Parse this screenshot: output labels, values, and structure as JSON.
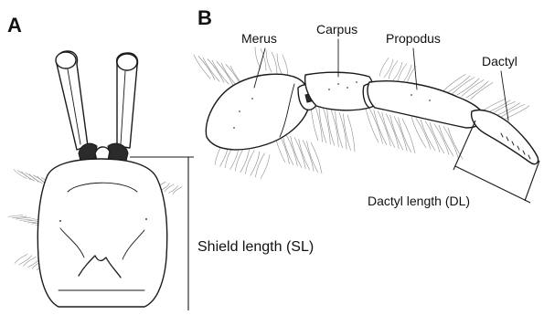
{
  "panels": {
    "a": {
      "letter": "A",
      "measure_label": "Shield length (SL)"
    },
    "b": {
      "letter": "B",
      "segments": {
        "merus": "Merus",
        "carpus": "Carpus",
        "propodus": "Propodus",
        "dactyl": "Dactyl"
      },
      "measure_label": "Dactyl length (DL)"
    }
  },
  "colors": {
    "ink": "#1a1a1a",
    "hair": "#8c8c8c",
    "background": "#ffffff"
  }
}
